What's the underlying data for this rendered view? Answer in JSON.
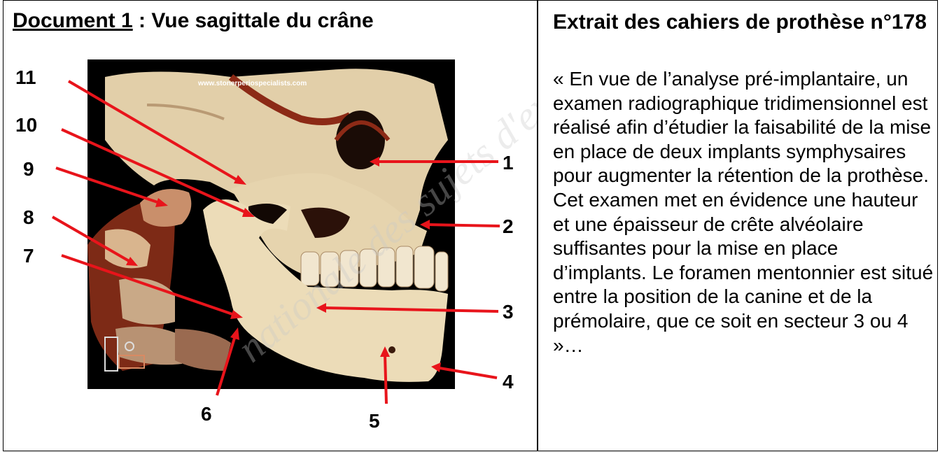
{
  "document1": {
    "title_prefix": "Document 1",
    "title_rest": " : Vue sagittale du crâne",
    "image_credit": "www.stonerperiospecialists.com",
    "labels": [
      "1",
      "2",
      "3",
      "4",
      "5",
      "6",
      "7",
      "8",
      "9",
      "10",
      "11"
    ]
  },
  "extract": {
    "title": "Extrait des cahiers de prothèse n°178",
    "paragraph1": "« En vue de l’analyse pré-implantaire, un examen radiographique tridimensionnel est réalisé afin d’étudier la faisabilité de la mise en place de deux implants symphysaires pour augmenter la rétention de la prothèse.",
    "paragraph2": "Cet examen met en évidence une hauteur et une épaisseur de crête alvéolaire suffisantes pour la mise en place d’implants. Le foramen mentonnier est situé entre la position de la canine et de la prémolaire, que ce soit en secteur 3 ou 4 »…"
  },
  "colors": {
    "arrow": "#e8141b",
    "photo_bg": "#000000",
    "bone": "#e6d4b0",
    "tissue": "#8c2a16"
  }
}
